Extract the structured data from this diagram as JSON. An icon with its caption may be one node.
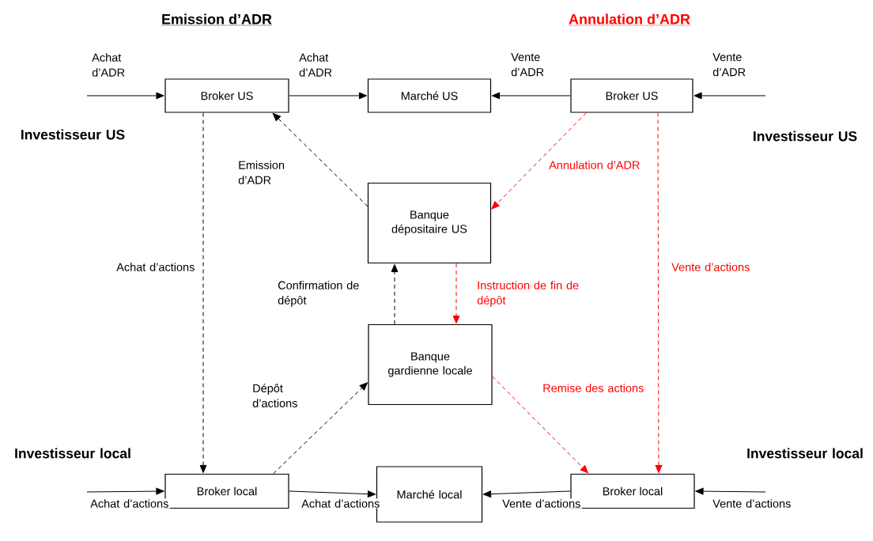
{
  "diagram": {
    "nodes": [
      {
        "text": [
          "Broker US"
        ]
      },
      {
        "text": [
          "Marché US"
        ]
      },
      {
        "text": [
          "Broker US"
        ]
      },
      {
        "text": [
          "Banque dépositaire US"
        ]
      },
      {
        "text": [
          "Banque gardienne locale"
        ]
      },
      {
        "text": [
          "Broker local"
        ]
      },
      {
        "text": [
          "Marché local"
        ]
      },
      {
        "text": [
          "Broker local"
        ]
      }
    ],
    "edges": [
      {
        "from": null,
        "to": 0,
        "arrow": "to",
        "label": "Achat d’ADR"
      },
      {
        "from": 0,
        "to": 1,
        "arrow": "to",
        "label": "Achat d’ADR"
      },
      {
        "from": 2,
        "to": 1,
        "arrow": "to",
        "label": "Vente d’ADR"
      },
      {
        "from": null,
        "to": 2,
        "arrow": "to",
        "label": "Vente d’ADR"
      },
      {
        "from": 3,
        "to": 0,
        "arrow": "to",
        "label": "Emission d’ADR",
        "style": "dashed"
      },
      {
        "from": 2,
        "to": 3,
        "arrow": "to",
        "label": "Annulation d’ADR",
        "style": "dashed",
        "color": "#ff0000"
      },
      {
        "from": 0,
        "to": 5,
        "arrow": "to",
        "label": "Achat d’actions",
        "style": "dashed"
      },
      {
        "from": 2,
        "to": 7,
        "arrow": "to",
        "label": "Vente d’actions",
        "style": "dashed",
        "color": "#ff0000"
      },
      {
        "from": 4,
        "to": 3,
        "arrow": "to",
        "label": "Confirmation de dépôt",
        "style": "dashed"
      },
      {
        "from": 3,
        "to": 4,
        "arrow": "to",
        "label": "Instruction de fin de dépôt",
        "style": "dashed",
        "color": "#ff0000"
      },
      {
        "from": 5,
        "to": 4,
        "arrow": "to",
        "label": "Dépôt d’actions",
        "style": "dashed"
      },
      {
        "from": 4,
        "to": 7,
        "arrow": "to",
        "label": "Remise des actions",
        "style": "dashed",
        "color": "#ff0000"
      },
      {
        "from": null,
        "to": 5,
        "arrow": "to",
        "label": "Achat d’actions"
      },
      {
        "from": 5,
        "to": 6,
        "arrow": "to",
        "label": "Achat d’actions"
      },
      {
        "from": 7,
        "to": 6,
        "arrow": "to",
        "label": "Vente d’actions"
      },
      {
        "from": null,
        "to": 7,
        "arrow": "to",
        "label": "Vente d’actions"
      }
    ],
    "labels": [
      "Emission d’ADR",
      "Annulation d’ADR",
      "Investisseur US",
      "Investisseur US",
      "Investisseur local",
      "Investisseur local"
    ]
  }
}
